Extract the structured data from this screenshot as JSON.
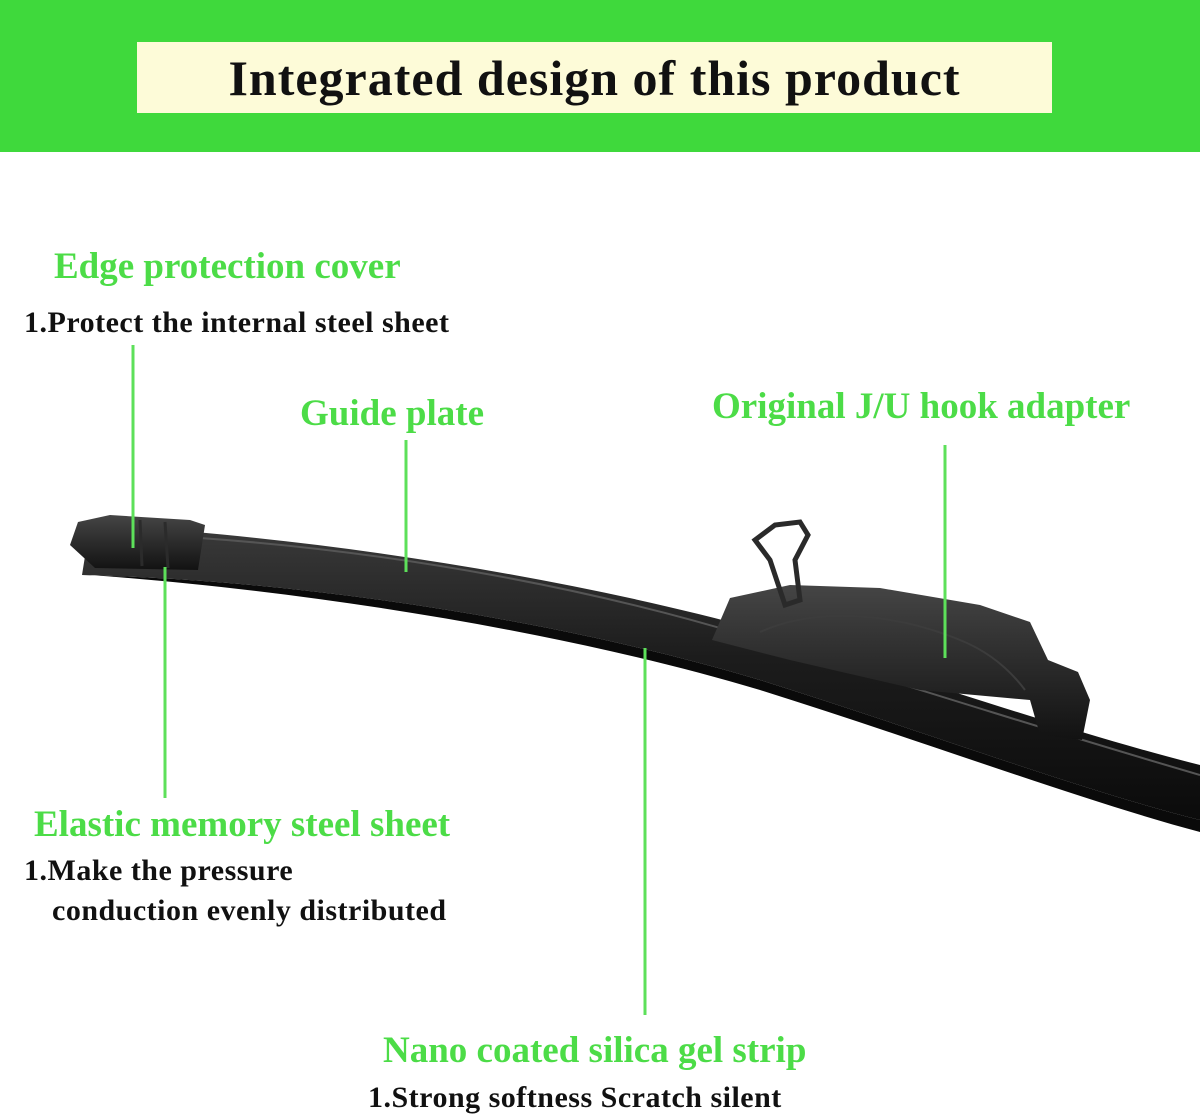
{
  "banner": {
    "title": "Integrated design of this product",
    "color": "#3fd93c",
    "box_color": "#fdfbd8"
  },
  "callouts": {
    "edge_cover": {
      "label": "Edge protection cover",
      "desc": "1.Protect the internal steel sheet"
    },
    "guide_plate": {
      "label": "Guide plate"
    },
    "hook_adapter": {
      "label": "Original J/U hook adapter"
    },
    "steel_sheet": {
      "label": "Elastic memory steel sheet",
      "desc_line1": "1.Make the pressure",
      "desc_line2": "conduction evenly distributed"
    },
    "gel_strip": {
      "label": "Nano coated silica gel strip",
      "desc": "1.Strong softness  Scratch silent"
    }
  },
  "colors": {
    "label_green": "#4cdc47",
    "leader_green": "#5de05a",
    "blade_black": "#1a1a1a"
  }
}
